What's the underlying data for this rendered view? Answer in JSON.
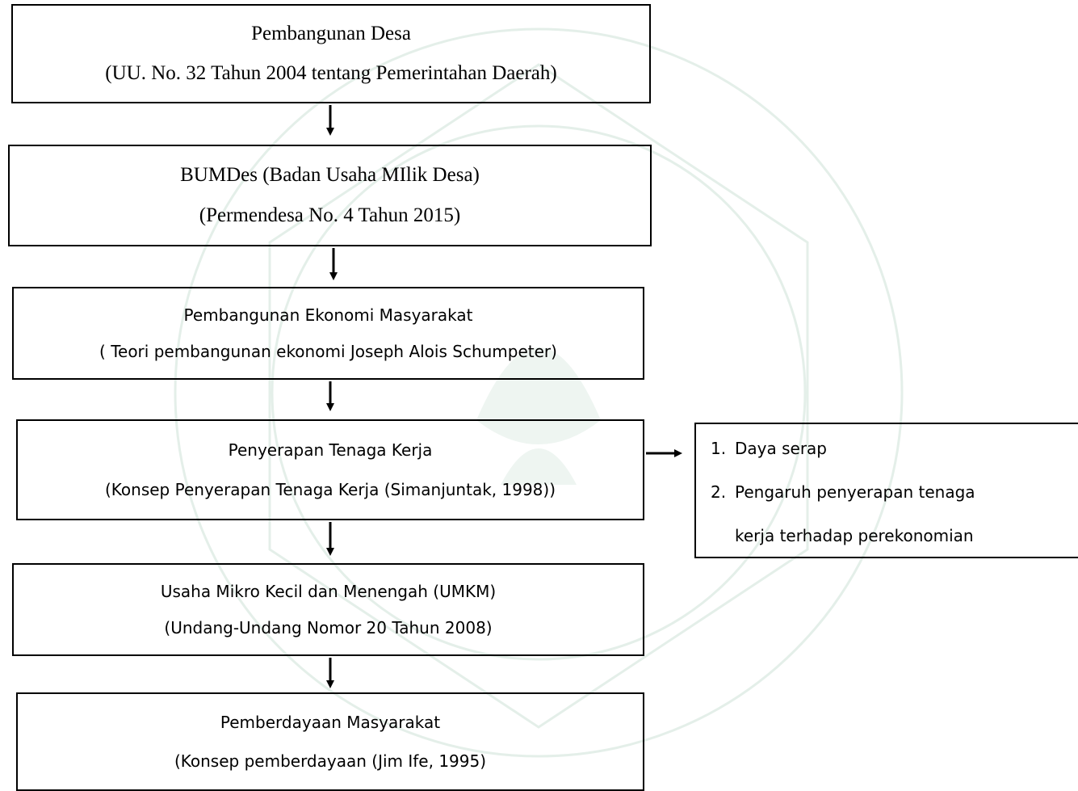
{
  "diagram": {
    "boxes": [
      {
        "line1": "Pembangunan Desa",
        "line2": "(UU. No. 32 Tahun 2004 tentang Pemerintahan Daerah)"
      },
      {
        "line1": "BUMDes (Badan Usaha MIlik Desa)",
        "line2": "(Permendesa No. 4 Tahun 2015)"
      },
      {
        "line1": "Pembangunan Ekonomi Masyarakat",
        "line2": "( Teori pembangunan ekonomi Joseph Alois Schumpeter)"
      },
      {
        "line1": "Penyerapan Tenaga Kerja",
        "line2": "(Konsep Penyerapan Tenaga Kerja (Simanjuntak, 1998))"
      },
      {
        "line1": "Usaha Mikro Kecil dan Menengah (UMKM)",
        "line2": "(Undang-Undang Nomor 20 Tahun 2008)"
      },
      {
        "line1": "Pemberdayaan Masyarakat",
        "line2": "(Konsep pemberdayaan (Jim Ife, 1995)"
      }
    ],
    "side_list": {
      "items": [
        {
          "number": "1.",
          "text": "Daya serap"
        },
        {
          "number": "2.",
          "text": "Pengaruh penyerapan tenaga"
        }
      ],
      "continuation": "kerja terhadap perekonomian"
    }
  }
}
